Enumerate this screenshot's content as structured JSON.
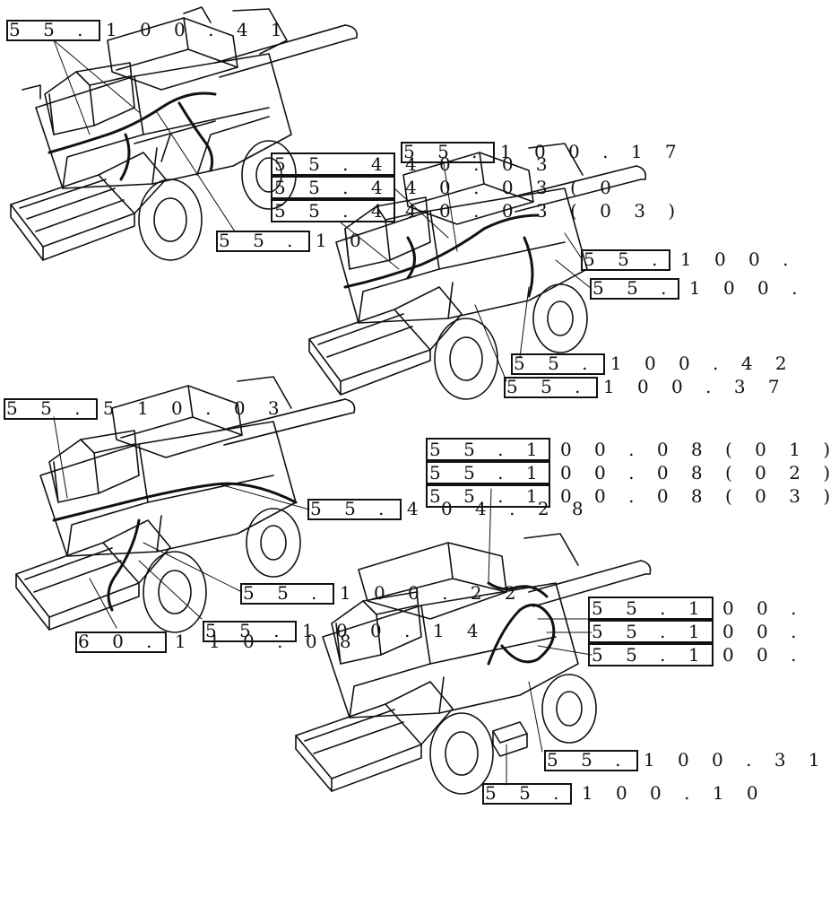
{
  "callouts": {
    "c1": "5 5 . 1 0 0 . 4 1",
    "c2": "5 5 . 1 0",
    "c3": "5 5 . 1 0 0 . 1 7",
    "c4": "5 5 . 4 4 0 . 0 3",
    "c5": "5 5 . 4 4 0 . 0 3 ( 0",
    "c6": "5 5 . 4 4 0 . 0 3 ( 0 3 )",
    "c7": "5 5 . 1 0 0 .",
    "c8": "5 5 . 1 0 0 .",
    "c9": "5 5 . 1 0 0 . 4 2",
    "c10": "5 5 . 1 0 0 . 3 7",
    "c11": "5 5 . 5 1 0 . 0 3",
    "c12": "5 5 . 4 0 4 . 2 8",
    "c13": "5 5 . 1 0 0 . 2 2",
    "c14": "5 5 . 1 0 0 . 1 4",
    "c15": "6 0 . 1 1 0 . 0 8",
    "c16": "5 5 . 1 0 0 . 0 8 ( 0 1 )",
    "c17": "5 5 . 1 0 0 . 0 8 ( 0 2 )",
    "c18": "5 5 . 1 0 0 . 0 8 ( 0 3 )",
    "c19": "5 5 . 1 0 0 .",
    "c20": "5 5 . 1 0 0 .",
    "c21": "5 5 . 1 0 0 .",
    "c22": "5 5 . 1 0 0 . 3 1",
    "c23": "5 5 . 1 0 0 . 1 0"
  },
  "illustration": "combine-harvester-icon"
}
